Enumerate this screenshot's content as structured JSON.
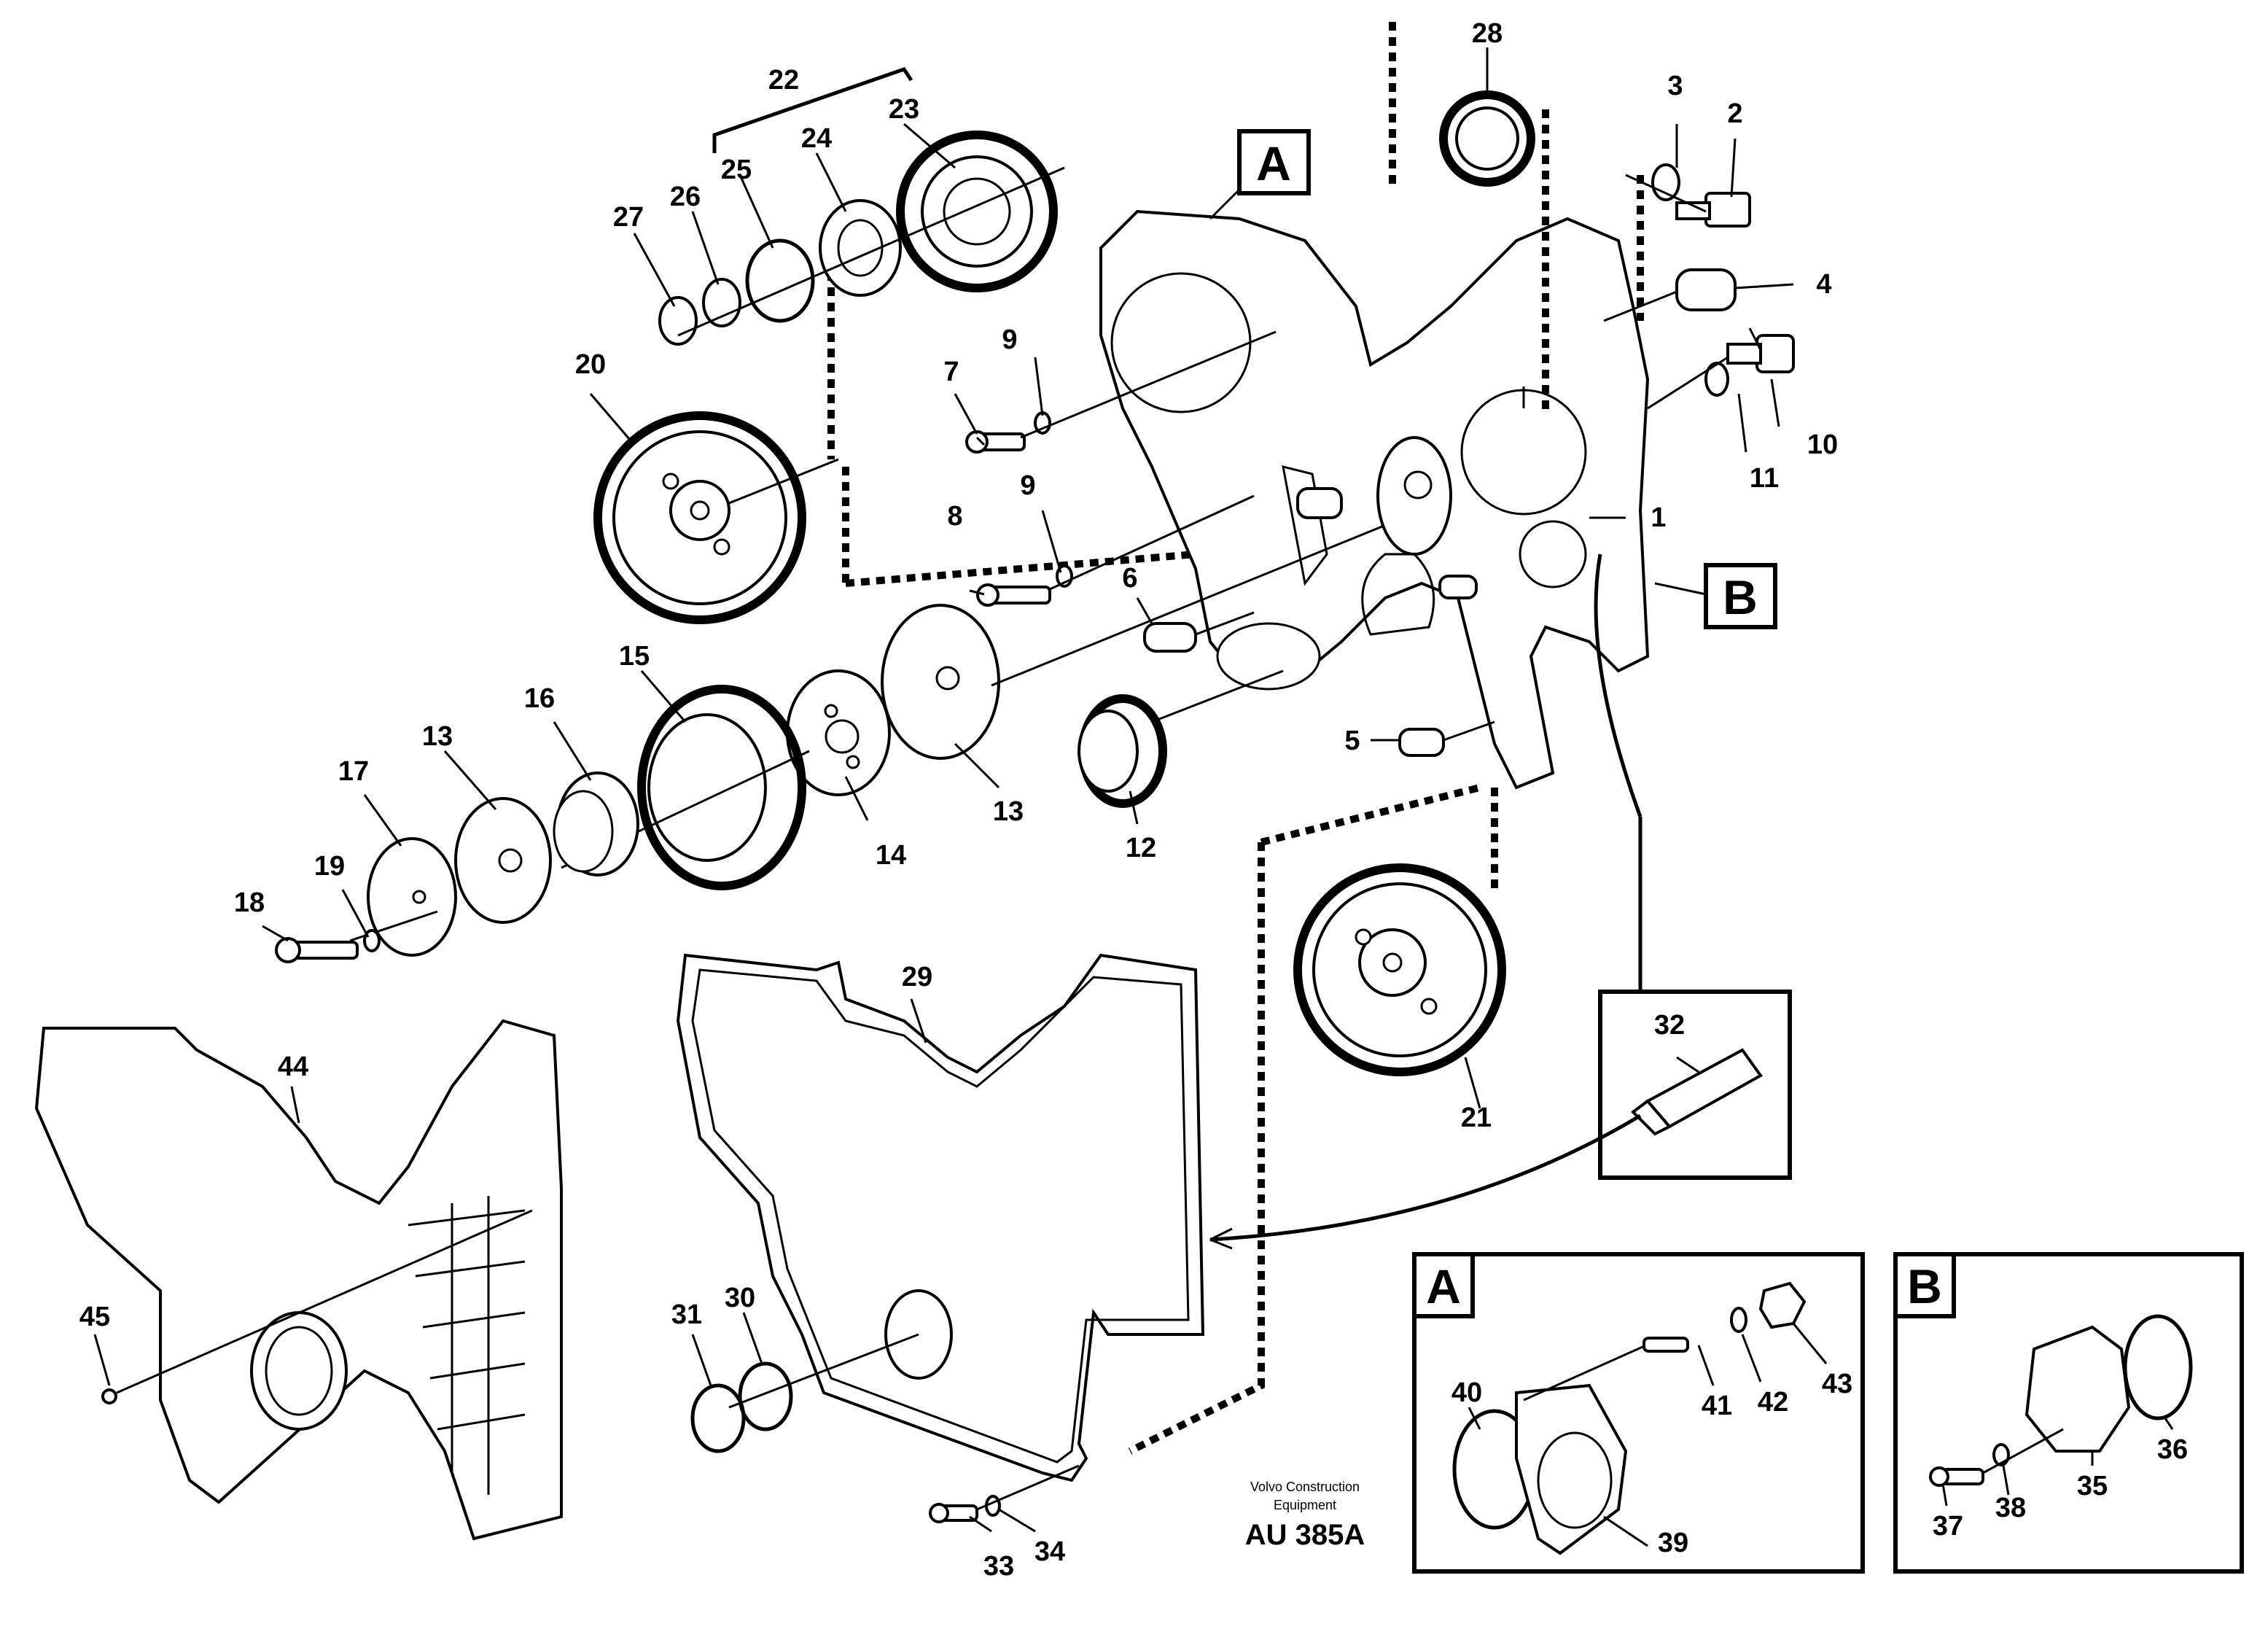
{
  "diagram": {
    "labels": {
      "p1": "1",
      "p2": "2",
      "p3": "3",
      "p4": "4",
      "p5": "5",
      "p6": "6",
      "p7": "7",
      "p8": "8",
      "p9a": "9",
      "p9b": "9",
      "p10": "10",
      "p11": "11",
      "p12": "12",
      "p13a": "13",
      "p13b": "13",
      "p14": "14",
      "p15": "15",
      "p16": "16",
      "p17": "17",
      "p18": "18",
      "p19": "19",
      "p20": "20",
      "p21": "21",
      "p22": "22",
      "p23": "23",
      "p24": "24",
      "p25": "25",
      "p26": "26",
      "p27": "27",
      "p28": "28",
      "p29": "29",
      "p30": "30",
      "p31": "31",
      "p32": "32",
      "p33": "33",
      "p34": "34",
      "p35": "35",
      "p36": "36",
      "p37": "37",
      "p38": "38",
      "p39": "39",
      "p40": "40",
      "p41": "41",
      "p42": "42",
      "p43": "43",
      "p44": "44",
      "p45": "45"
    },
    "callouts": {
      "a": "A",
      "b": "B",
      "detail_a": "A",
      "detail_b": "B"
    },
    "credit_line1": "Volvo Construction",
    "credit_line2": "Equipment",
    "drawing_code": "AU 385A"
  }
}
